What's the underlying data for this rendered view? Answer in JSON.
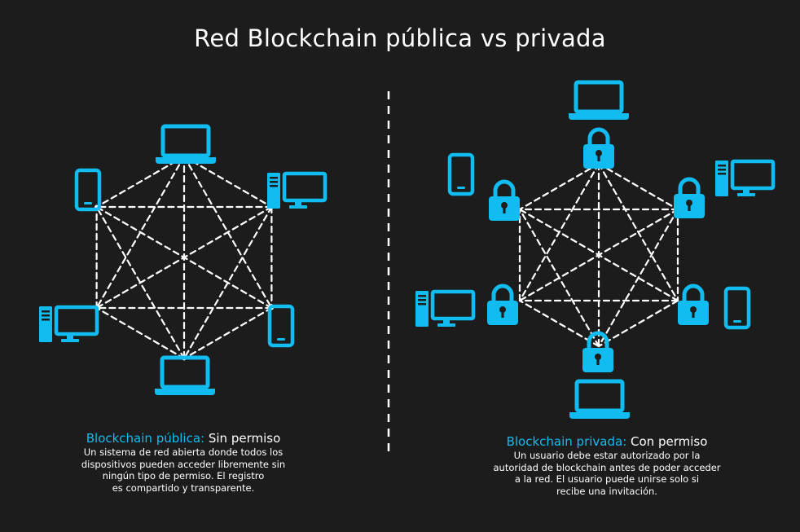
{
  "title": "Red Blockchain pública vs privada",
  "colors": {
    "background": "#1c1c1c",
    "accent": "#11bdf0",
    "text": "#ffffff",
    "line": "#ffffff"
  },
  "public": {
    "heading_accent": "Blockchain pública:",
    "heading_rest": "Sin permiso",
    "description": [
      "Un sistema de red abierta donde todos los",
      "dispositivos pueden acceder libremente sin",
      "ningún tipo de permiso. El registro",
      "es compartido y transparente."
    ],
    "nodes": [
      "laptop-icon",
      "desktop-icon",
      "phone-icon",
      "laptop-icon",
      "desktop-icon",
      "phone-icon"
    ]
  },
  "private": {
    "heading_accent": "Blockchain privada:",
    "heading_rest": "Con permiso",
    "description": [
      "Un usuario debe estar autorizado por la",
      "autoridad de blockchain antes de poder acceder",
      "a la red. El usuario puede unirse solo si",
      "recibe una invitación."
    ],
    "nodes": [
      "laptop-icon",
      "desktop-icon",
      "phone-icon",
      "laptop-icon",
      "desktop-icon",
      "phone-icon"
    ],
    "gate": "padlock-icon"
  }
}
